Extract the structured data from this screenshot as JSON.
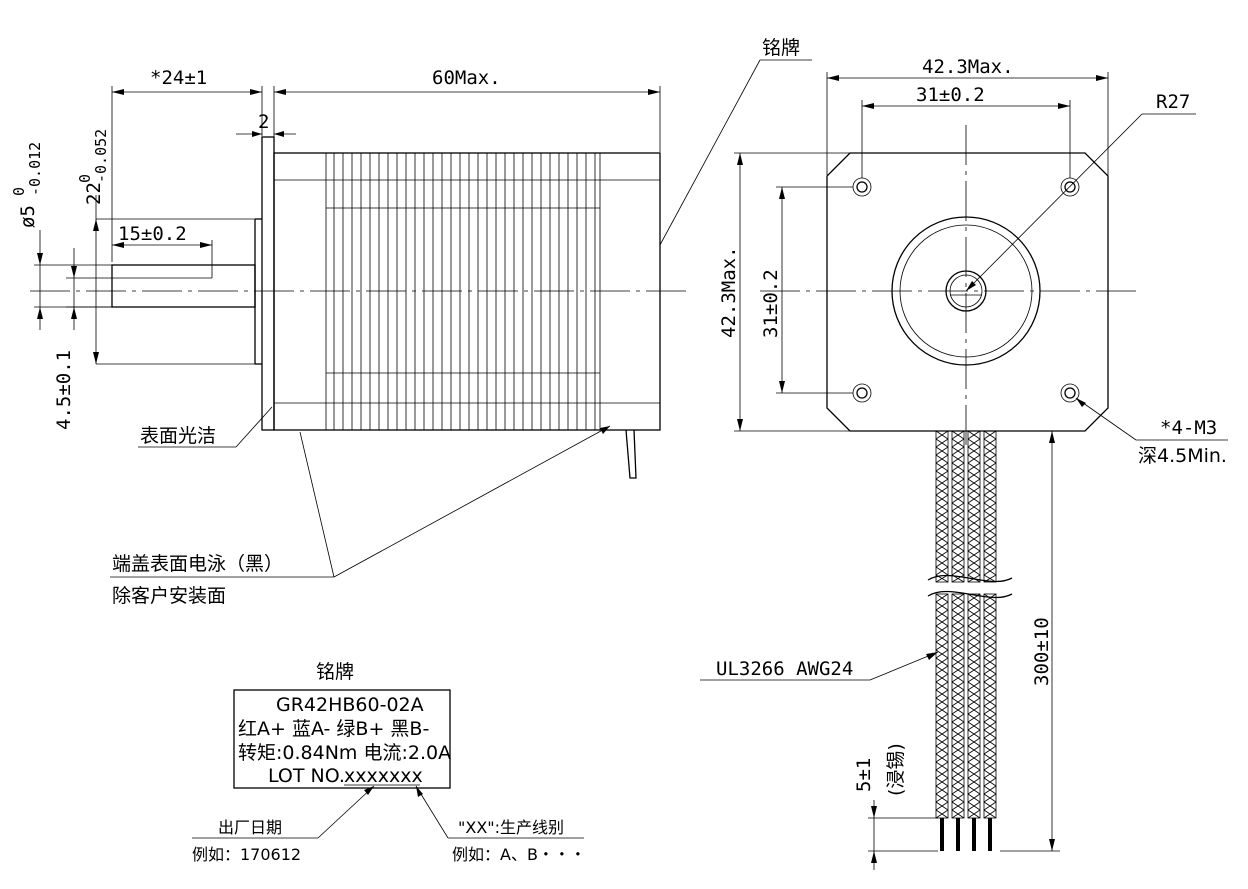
{
  "drawing": {
    "model": "GR42HB60-02A",
    "side_view": {
      "shaft_protrusion": "*24±1",
      "body_length": "60Max.",
      "flange_step": "2",
      "flat_length": "15±0.2",
      "shaft_dia": "ø5",
      "shaft_dia_tol_upper": "0",
      "shaft_dia_tol_lower": "-0.012",
      "pilot_dia": "22",
      "pilot_dia_tol_upper": "0",
      "pilot_dia_tol_lower": "-0.052",
      "flat_depth": "4.5±0.1",
      "surface_note": "表面光洁",
      "coating_note_1": "端盖表面电泳（黑）",
      "coating_note_2": "除客户安装面",
      "nameplate_callout": "铭牌"
    },
    "front_view": {
      "width": "42.3Max.",
      "hole_spacing_h": "31±0.2",
      "radius": "R27",
      "height": "42.3Max.",
      "hole_spacing_v": "31±0.2",
      "thread": "*4-M3",
      "thread_depth": "深4.5Min.",
      "cable": "UL3266 AWG24",
      "lead_length": "300±10",
      "strip_length": "5±1",
      "strip_note": "(浸锡)"
    },
    "nameplate": {
      "title": "铭牌",
      "line1": "GR42HB60-02A",
      "line2": "红A+ 蓝A- 绿B+ 黑B-",
      "line3": "转矩:0.84Nm 电流:2.0A",
      "line4_prefix": "LOT NO.",
      "line4_code": "xxxxxxx",
      "date_label": "出厂日期",
      "date_example": "例如：170612",
      "line_label": "\"XX\":生产线别",
      "line_example": "例如：A、B・・・"
    }
  }
}
